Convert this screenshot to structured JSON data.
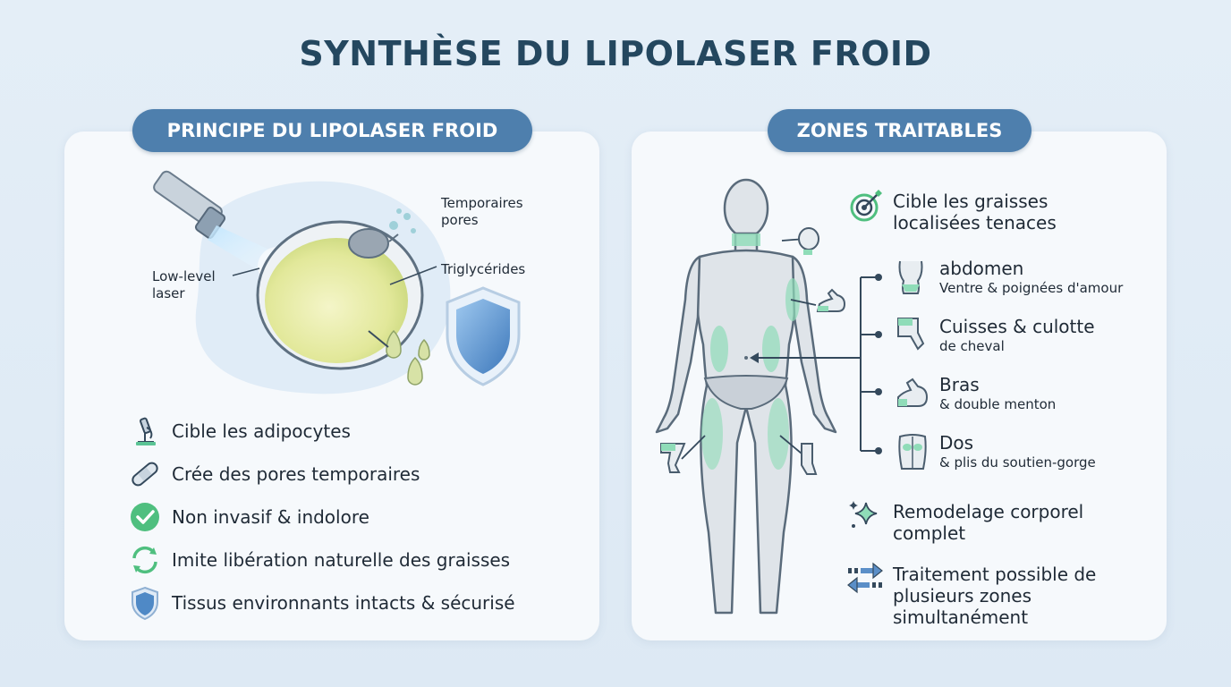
{
  "title": "SYNTHÈSE DU LIPOLASER FROID",
  "left_panel": {
    "heading": "PRINCIPE DU LIPOLASER FROID",
    "diagram_labels": {
      "laser": "Low-level laser",
      "pores": "Temporaires pores",
      "triglycerides": "Triglycérides"
    },
    "features": [
      {
        "icon": "microscope-icon",
        "label": "Cible les adipocytes"
      },
      {
        "icon": "bandage-icon",
        "label": "Crée des pores temporaires"
      },
      {
        "icon": "check-circle-icon",
        "label": "Non invasif & indolore"
      },
      {
        "icon": "recycle-icon",
        "label": "Imite libération naturelle des graisses"
      },
      {
        "icon": "shield-icon",
        "label": "Tissus environnants intacts & sécurisé"
      }
    ]
  },
  "right_panel": {
    "heading": "ZONES TRAITABLES",
    "target": {
      "icon": "target-icon",
      "label": "Cible les graisses localisées tenaces"
    },
    "zones": [
      {
        "icon": "abdomen-icon",
        "title": "abdomen",
        "subtitle": "Ventre & poignées d'amour"
      },
      {
        "icon": "thigh-icon",
        "title": "Cuisses & culotte",
        "subtitle": "de cheval"
      },
      {
        "icon": "arm-icon",
        "title": "Bras",
        "subtitle": "& double menton"
      },
      {
        "icon": "back-icon",
        "title": "Dos",
        "subtitle": "& plis du soutien-gorge"
      }
    ],
    "remodel": {
      "icon": "sparkle-icon",
      "label": "Remodelage corporel complet"
    },
    "multi": {
      "icon": "arrows-icon",
      "label": "Traitement possible de plusieurs zones simultanément"
    }
  },
  "colors": {
    "title": "#24475f",
    "pill": "#4e7fad",
    "accent_green": "#5bc495",
    "shield_blue": "#4f89c6"
  }
}
